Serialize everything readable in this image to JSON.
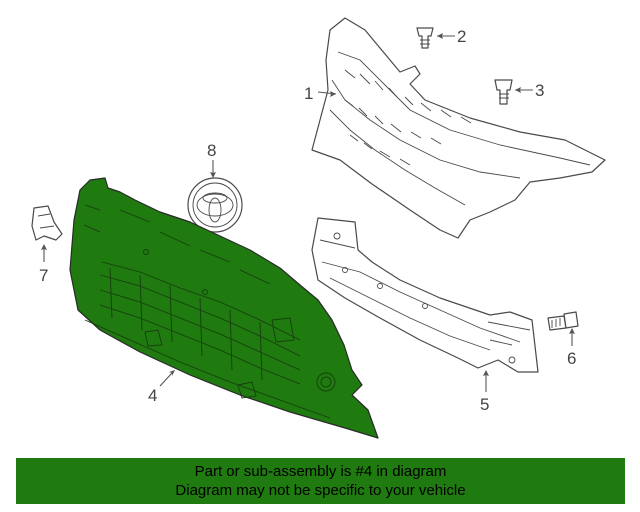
{
  "diagram": {
    "callouts": [
      "1",
      "2",
      "3",
      "4",
      "5",
      "6",
      "7",
      "8"
    ],
    "highlight_color": "#1f7a10",
    "outline_color": "#4a4a4a"
  },
  "banner": {
    "line1": "Part or sub-assembly is #4 in diagram",
    "line2": "Diagram may not be specific to your vehicle",
    "background": "#1f7a10"
  }
}
